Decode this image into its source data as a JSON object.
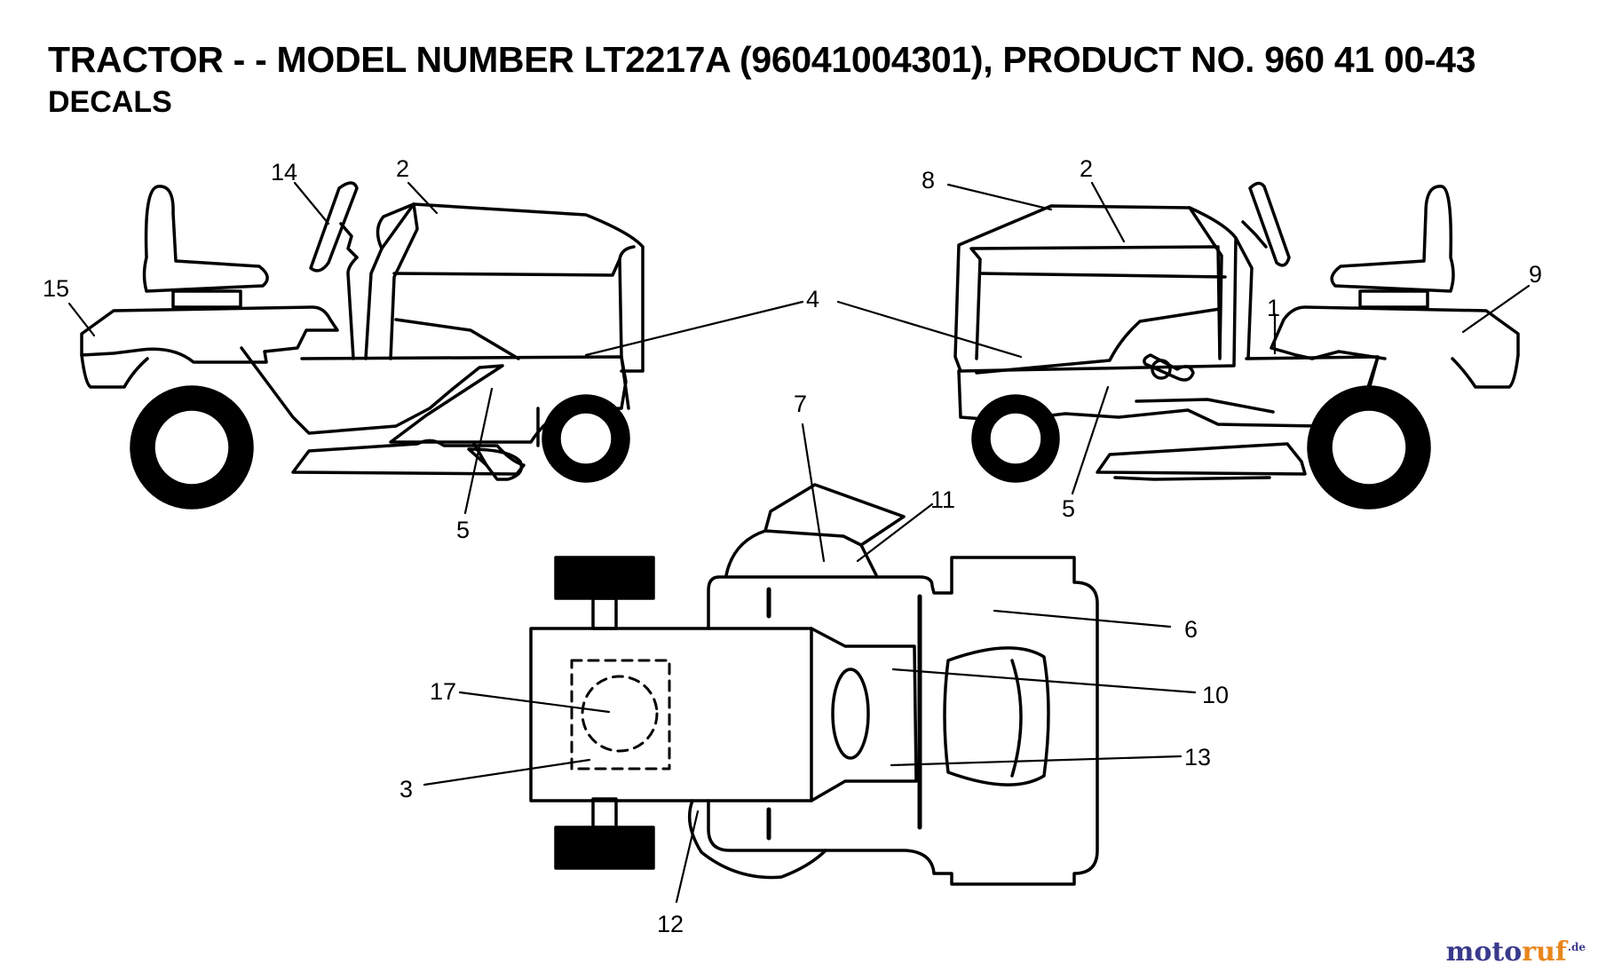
{
  "header": {
    "title": "TRACTOR - - MODEL NUMBER LT2217A (96041004301), PRODUCT NO. 960 41 00-43",
    "subtitle": "DECALS"
  },
  "callouts": {
    "c14": "14",
    "c2_left": "2",
    "c15": "15",
    "c5_left": "5",
    "c4": "4",
    "c8": "8",
    "c2_right": "2",
    "c9": "9",
    "c1": "1",
    "c5_right": "5",
    "c7": "7",
    "c11": "11",
    "c6": "6",
    "c10": "10",
    "c17": "17",
    "c13": "13",
    "c3": "3",
    "c12": "12"
  },
  "watermark": {
    "part_a": "moto",
    "part_b": "ruf",
    "part_c": ".de"
  },
  "colors": {
    "line": "#000000",
    "background": "#ffffff",
    "watermark_blue": "#3a3a8c",
    "watermark_orange": "#e8861c"
  }
}
